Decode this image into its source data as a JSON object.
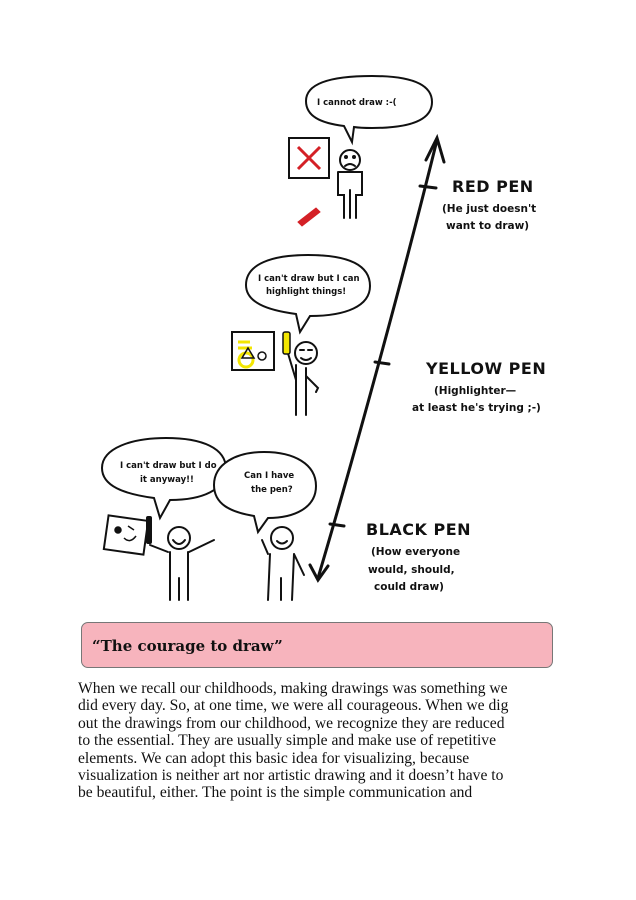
{
  "illustration": {
    "bubbles": {
      "red_person": "I cannot draw :-(",
      "yellow_person": [
        "I can't draw but I can",
        "highlight things!"
      ],
      "black_person": [
        "I can't draw but I do",
        "it anyway!!"
      ],
      "asking_person": [
        "Can I have",
        "the pen?"
      ]
    },
    "labels": {
      "red": {
        "title": "RED PEN",
        "lines": [
          "(He just doesn't",
          "want to draw)"
        ]
      },
      "yellow": {
        "title": "YELLOW PEN",
        "lines": [
          "(Highlighter—",
          "at least he's trying ;-)"
        ]
      },
      "black": {
        "title": "BLACK PEN",
        "lines": [
          "(How everyone",
          "would, should,",
          "could draw)"
        ]
      }
    },
    "colors": {
      "red_pen": "#d42026",
      "highlighter": "#f3e600",
      "ink": "#111111"
    }
  },
  "quote_box": {
    "text": "“The courage to draw”",
    "color": "#f7b4bd"
  },
  "body": {
    "lines": [
      "When we recall our childhoods, making drawings was something we",
      "did every day. So, at one time, we were all courageous. When we dig",
      "out the drawings from our childhood, we recognize they are reduced",
      "to the essential. They are usually simple and make use of repetitive",
      "elements. We can adopt this basic idea for visualizing, because",
      "visualization is neither art nor artistic drawing and it doesn’t have to",
      "be beautiful, either. The point is the simple communication and"
    ]
  }
}
